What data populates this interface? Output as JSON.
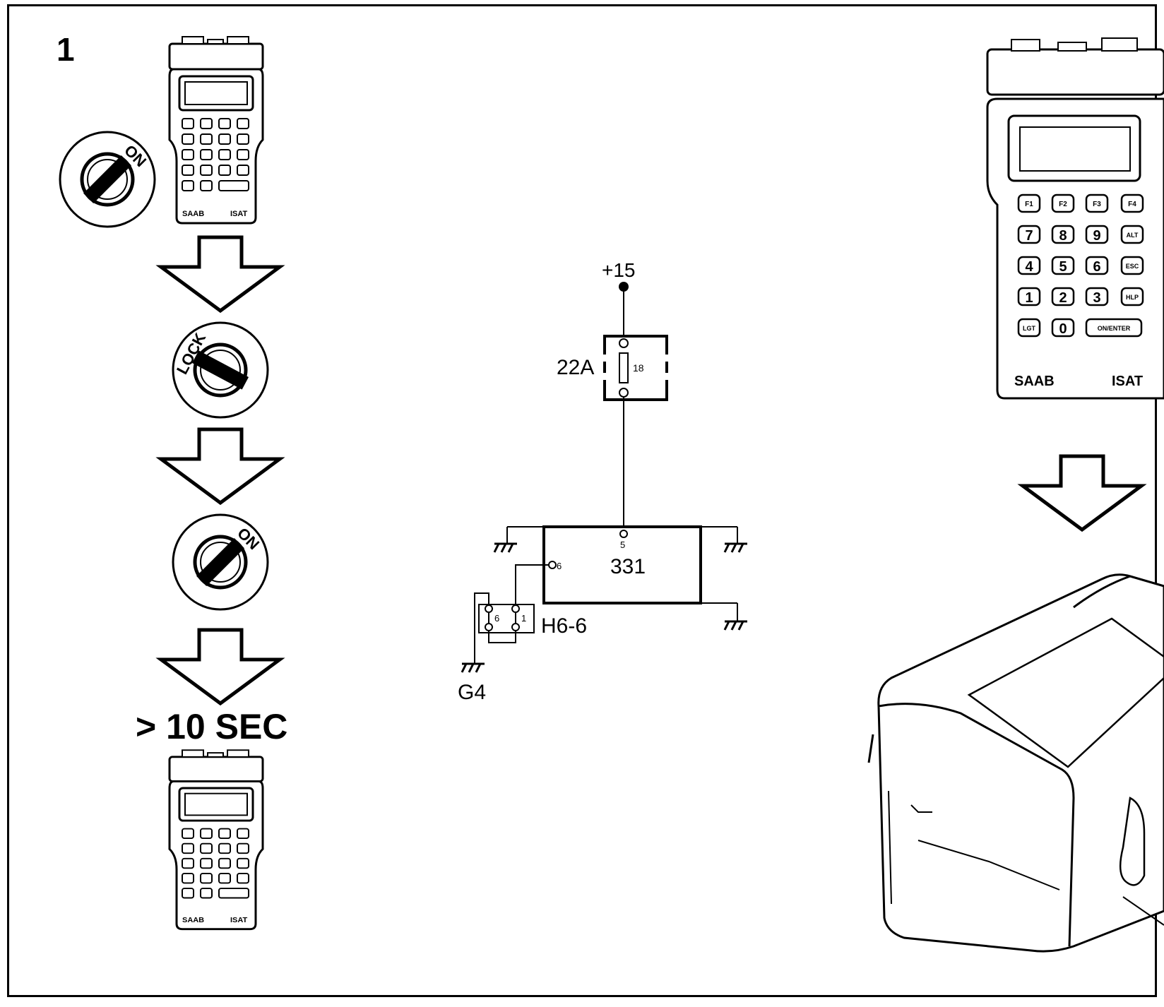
{
  "step_number": "1",
  "key_labels": {
    "on": "ON",
    "lock": "LOCK"
  },
  "duration_label": "> 10 SEC",
  "tester": {
    "brand": "SAAB",
    "model": "ISAT",
    "keys": {
      "f1": "F1",
      "f2": "F2",
      "f3": "F3",
      "f4": "F4",
      "k7": "7",
      "k8": "8",
      "k9": "9",
      "alt": "ALT",
      "k4": "4",
      "k5": "5",
      "k6": "6",
      "esc": "ESC",
      "k1": "1",
      "k2": "2",
      "k3": "3",
      "hlp": "HLP",
      "lgt": "LGT",
      "k0": "0",
      "enter": "ON/ENTER"
    }
  },
  "circuit": {
    "supply": "+15",
    "fuse_box": "22A",
    "fuse_number": "18",
    "module": "331",
    "module_pin_supply": "5",
    "module_pin_diag": "6",
    "connector": "H6-6",
    "connector_pin_a": "6",
    "connector_pin_b": "1",
    "ground": "G4"
  }
}
